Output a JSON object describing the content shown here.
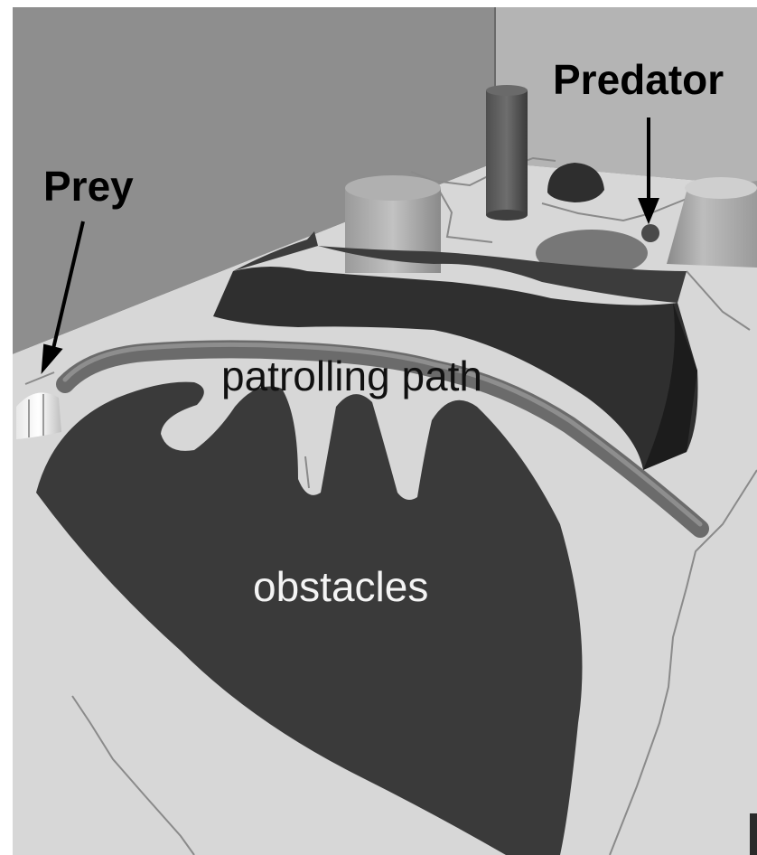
{
  "labels": {
    "prey": "Prey",
    "predator": "Predator",
    "patrolling_path": "patrolling path",
    "obstacles": "obstacles"
  },
  "colors": {
    "wall": "#8c8c8c",
    "floor": "#d6d6d6",
    "obstacle": "#3a3a3a",
    "path": "#707070"
  }
}
